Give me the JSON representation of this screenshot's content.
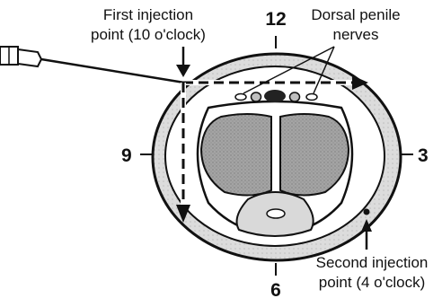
{
  "labels": {
    "first_injection_line1": "First injection",
    "first_injection_line2": "point (10 o'clock)",
    "dorsal_nerves_line1": "Dorsal penile",
    "dorsal_nerves_line2": "nerves",
    "second_injection_line1": "Second injection",
    "second_injection_line2": "point (4 o'clock)"
  },
  "clock_positions": {
    "twelve": "12",
    "three": "3",
    "six": "6",
    "nine": "9"
  },
  "colors": {
    "outline": "#111111",
    "skin_layer": "#e6e6e6",
    "corpora": "#9a9a9a",
    "spongiosum": "#d8d8d8",
    "background": "#ffffff"
  },
  "icons": {
    "needle": "syringe-needle-icon"
  }
}
